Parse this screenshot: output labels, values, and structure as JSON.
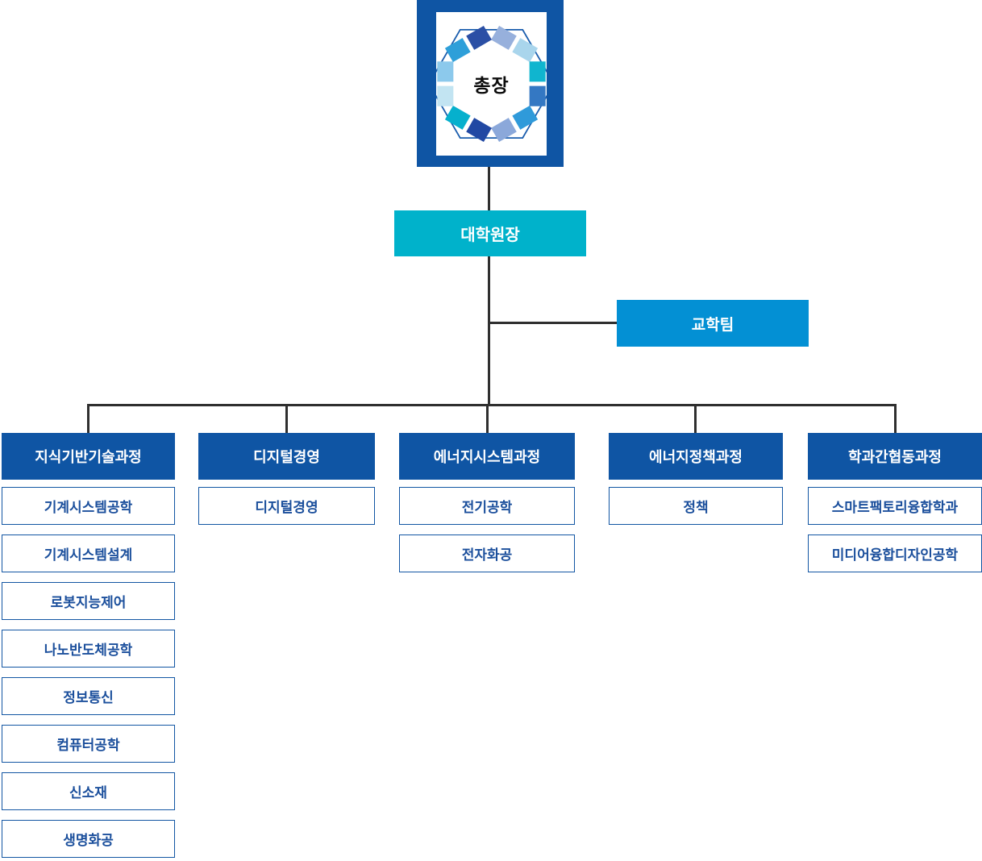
{
  "chancellor": {
    "label": "총장"
  },
  "dean": {
    "label": "대학원장"
  },
  "team": {
    "label": "교학팀"
  },
  "columns": [
    {
      "header": "지식기반기술과정",
      "items": [
        "기계시스템공학",
        "기계시스템설계",
        "로봇지능제어",
        "나노반도체공학",
        "정보통신",
        "컴퓨터공학",
        "신소재",
        "생명화공"
      ]
    },
    {
      "header": "디지털경영",
      "items": [
        "디지털경영"
      ]
    },
    {
      "header": "에너지시스템과정",
      "items": [
        "전기공학",
        "전자화공"
      ]
    },
    {
      "header": "에너지정책과정",
      "items": [
        "정책"
      ]
    },
    {
      "header": "학과간협동과정",
      "items": [
        "스마트팩토리융합학과",
        "미디어융합디자인공학"
      ]
    }
  ],
  "colors": {
    "navy": "#0f55a4",
    "teal": "#00b2cb",
    "bright_blue": "#0390d4",
    "item_border": "#1256a3",
    "item_text": "#1b4f9c",
    "connector": "#2f2f2f"
  }
}
